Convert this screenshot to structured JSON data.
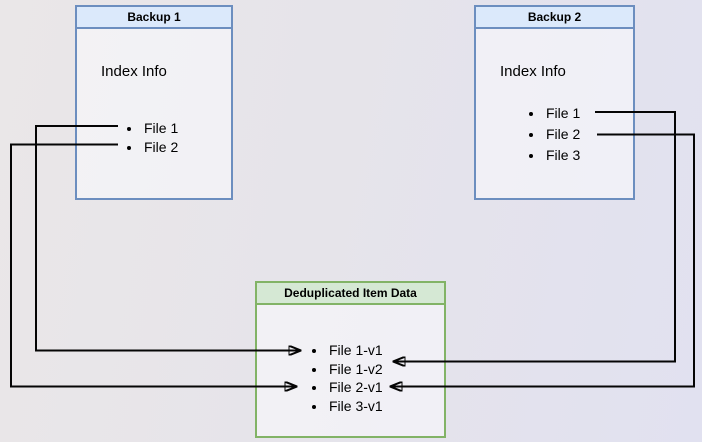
{
  "diagram": {
    "backup1": {
      "title": "Backup 1",
      "body_label": "Index Info",
      "files": [
        "File 1",
        "File 2"
      ]
    },
    "backup2": {
      "title": "Backup 2",
      "body_label": "Index Info",
      "files": [
        "File 1",
        "File 2",
        "File 3"
      ]
    },
    "dedup": {
      "title": "Deduplicated Item Data",
      "files": [
        "File 1-v1",
        "File 1-v2",
        "File 2-v1",
        "File 3-v1"
      ]
    }
  },
  "connections": [
    {
      "from": "Backup 1 / File 1",
      "to": "File 1-v1"
    },
    {
      "from": "Backup 1 / File 2",
      "to": "File 2-v1"
    },
    {
      "from": "Backup 2 / File 1",
      "to": "File 1-v2"
    },
    {
      "from": "Backup 2 / File 2",
      "to": "File 2-v1"
    }
  ],
  "colors": {
    "backup_header_fill": "#dbe9fb",
    "backup_border": "#6c8ebf",
    "dedup_header_fill": "#d5e8d4",
    "dedup_border": "#82b366",
    "arrow": "#050505",
    "background_left": "#eae7e8",
    "background_right": "#e1e1f0"
  }
}
